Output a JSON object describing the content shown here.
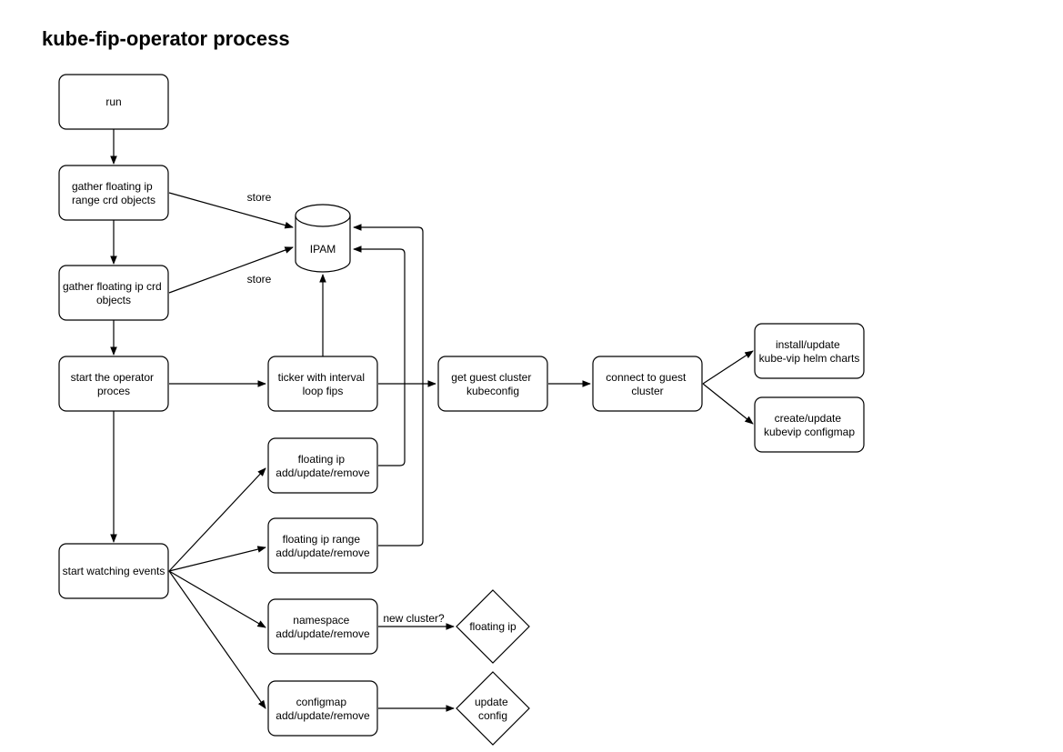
{
  "title": "kube-fip-operator process",
  "nodes": {
    "run": [
      "run"
    ],
    "gather_range": [
      "gather floating ip",
      "range crd objects"
    ],
    "gather_fip": [
      "gather floating ip crd",
      "objects"
    ],
    "start_operator": [
      "start the operator",
      "proces"
    ],
    "start_watching": [
      "start watching events"
    ],
    "ipam": [
      "IPAM"
    ],
    "ticker": [
      "ticker with interval",
      "loop fips"
    ],
    "fip_event": [
      "floating ip",
      "add/update/remove"
    ],
    "fip_range_event": [
      "floating ip range",
      "add/update/remove"
    ],
    "namespace_event": [
      "namespace",
      "add/update/remove"
    ],
    "configmap_event": [
      "configmap",
      "add/update/remove"
    ],
    "get_kubeconfig": [
      "get guest cluster",
      "kubeconfig"
    ],
    "connect_guest": [
      "connect to guest",
      "cluster"
    ],
    "install_charts": [
      "install/update",
      "kube-vip helm charts"
    ],
    "create_configmap": [
      "create/update",
      "kubevip configmap"
    ],
    "floating_ip_decision": [
      "floating ip"
    ],
    "update_config_decision": [
      "update",
      "config"
    ]
  },
  "edge_labels": {
    "store_1": "store",
    "store_2": "store",
    "new_cluster": "new cluster?"
  }
}
